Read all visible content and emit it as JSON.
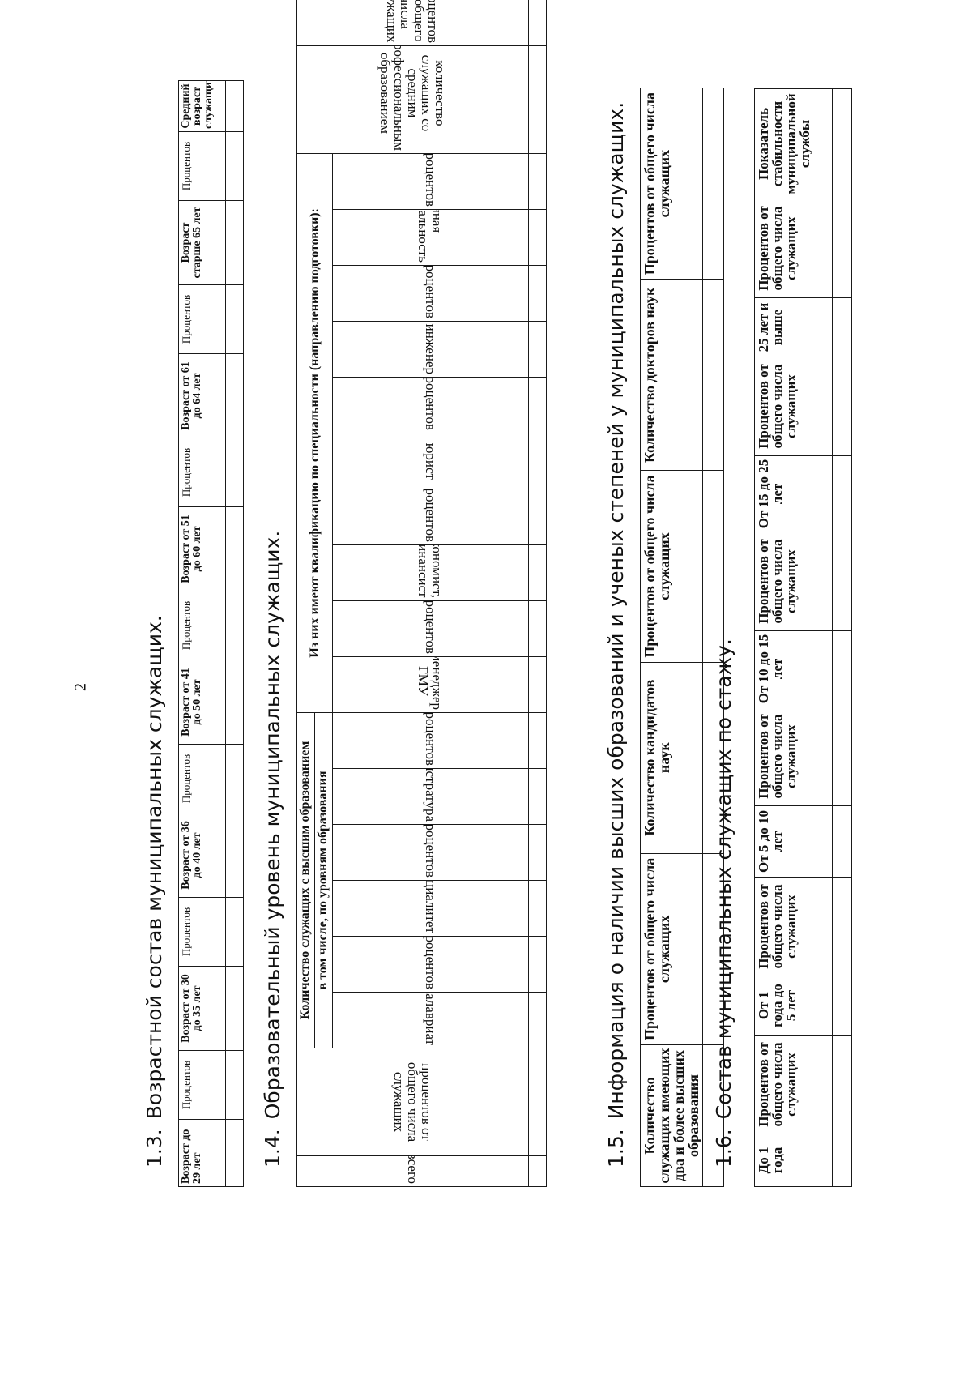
{
  "page_number": "2",
  "s13": {
    "num": "1.3.",
    "title": "Возрастной состав муниципальных служащих.",
    "headers": [
      "Возраст до 29 лет",
      "Процентов",
      "Возраст от 30 до 35 лет",
      "Процентов",
      "Возраст от 36 до 40 лет",
      "Процентов",
      "Возраст от 41 до 50 лет",
      "Процентов",
      "Возраст от 51 до 60 лет",
      "Процентов",
      "Возраст от 61 до 64 лет",
      "Процентов",
      "Возраст старше 65 лет",
      "Процентов",
      "Средний возраст служащих"
    ]
  },
  "s14": {
    "num": "1.4.",
    "title": "Образовательный уровень муниципальных служащих.",
    "col_total": "всего",
    "col_pct_total": "процентов от общего числа служащих",
    "group_higher": "Количество служащих с высшим образованием",
    "group_levels": "в том числе, по уровням образования",
    "group_qual": "Из них имеют квалификацию по специальности (направлению подготовки):",
    "levels": [
      "бакалавриат",
      "процентов",
      "специалитет",
      "процентов",
      "магистратура",
      "процентов"
    ],
    "quals": [
      "менеджер ГМУ",
      "процентов",
      "экономист, финансист",
      "процентов",
      "юрист",
      "процентов",
      "инженер",
      "процентов",
      "иная специальность",
      "процентов"
    ],
    "col_secondary": "количество служащих со средним профессиональным образованием",
    "col_pct_secondary": "процентов от общего числа служащих"
  },
  "s15": {
    "num": "1.5.",
    "title": "Информация о наличии высших образований и ученых степеней у муниципальных служащих.",
    "headers": [
      "Количество служащих имеющих два и более высших образования",
      "Процентов от общего числа служащих",
      "Количество кандидатов наук",
      "Процентов от общего числа служащих",
      "Количество докторов наук",
      "Процентов от общего числа служащих"
    ]
  },
  "s16": {
    "num": "1.6.",
    "title": "Состав муниципальных служащих по стажу.",
    "headers": [
      "До 1 года",
      "Процентов от общего числа служащих",
      "От 1 года до 5 лет",
      "Процентов от общего числа служащих",
      "От 5 до 10 лет",
      "Процентов от общего числа служащих",
      "От 10 до 15 лет",
      "Процентов от общего числа служащих",
      "От 15 до 25 лет",
      "Процентов от общего числа служащих",
      "25 лет и выше",
      "Процентов от общего числа служащих",
      "Показатель стабильности муниципальной службы"
    ]
  }
}
